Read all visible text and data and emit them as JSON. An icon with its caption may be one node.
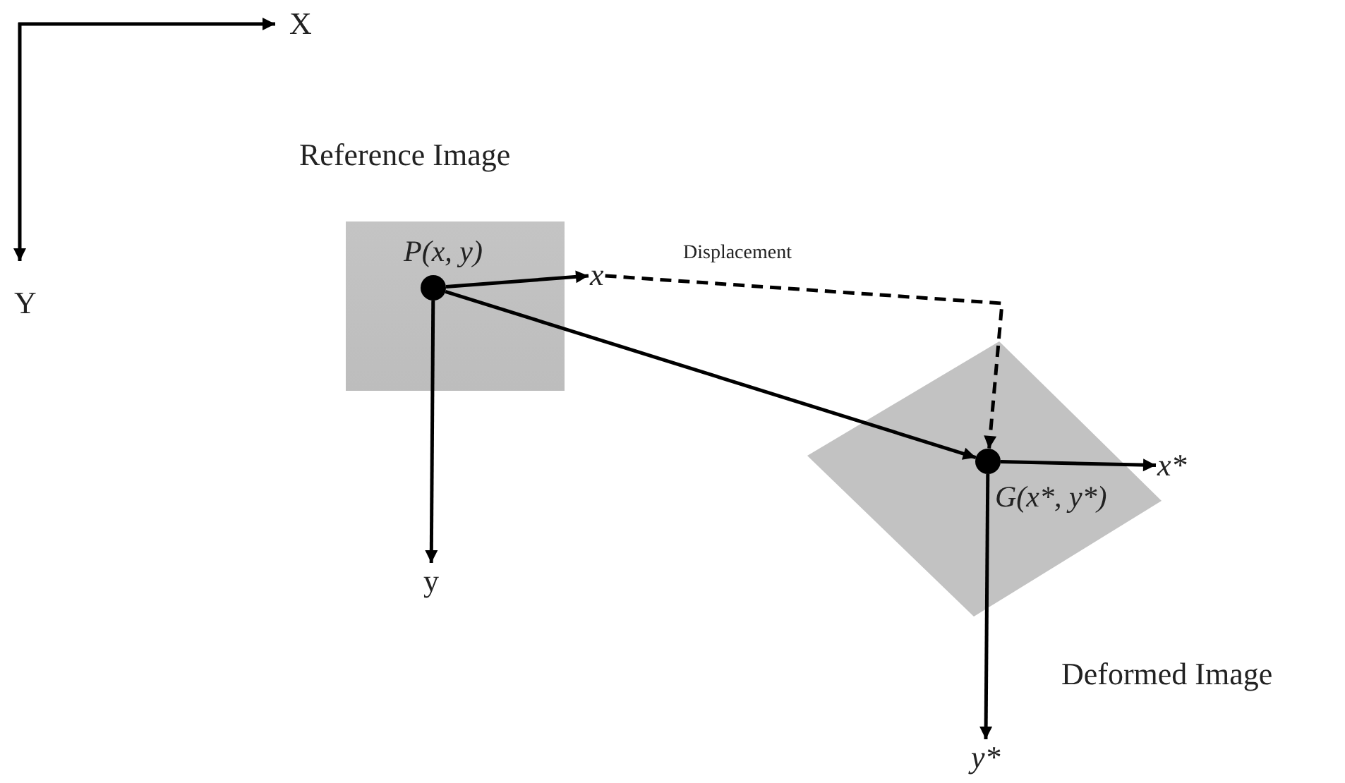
{
  "diagram": {
    "nodes": [
      {
        "text": [
          "Reference Image"
        ]
      },
      {
        "text": [
          "P(x, y)"
        ],
        "in": 0
      },
      {
        "text": [
          "x"
        ]
      },
      {
        "text": [
          "y"
        ]
      },
      {
        "text": [
          "Deformed Image"
        ]
      },
      {
        "text": [
          "G(x*, y*)"
        ],
        "in": 4
      },
      {
        "text": [
          "x*"
        ]
      },
      {
        "text": [
          "y*"
        ]
      }
    ],
    "edges": [
      {
        "from": 1,
        "to": 2,
        "arrow": "to"
      },
      {
        "from": 1,
        "to": 3,
        "arrow": "to"
      },
      {
        "from": 1,
        "to": 5,
        "arrow": "to"
      },
      {
        "from": 2,
        "to": 5,
        "arrow": "to",
        "style": "dashed",
        "label": "Displacement"
      },
      {
        "from": 5,
        "to": 6,
        "arrow": "to"
      },
      {
        "from": 5,
        "to": 7,
        "arrow": "to"
      }
    ],
    "labels": [
      "X",
      "Y"
    ]
  }
}
